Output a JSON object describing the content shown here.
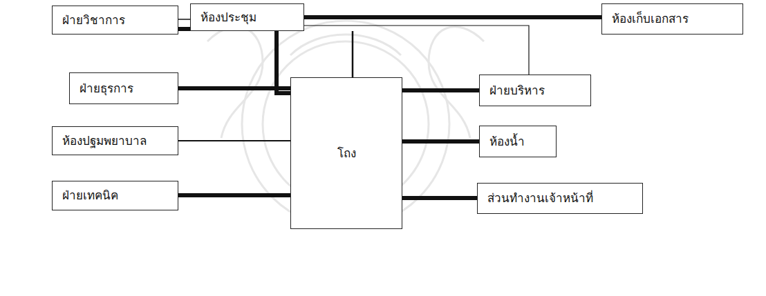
{
  "diagram": {
    "nodes": [
      {
        "text": [
          "ฝ่ายวิชาการ"
        ]
      },
      {
        "text": [
          "ห้องประชุม"
        ]
      },
      {
        "text": [
          "ห้องเก็บเอกสาร"
        ]
      },
      {
        "text": [
          "ฝ่ายธุรการ"
        ]
      },
      {
        "text": [
          "ฝ่ายบริหาร"
        ]
      },
      {
        "text": [
          "ห้องปฐมพยาบาล"
        ]
      },
      {
        "text": [
          "โถง"
        ]
      },
      {
        "text": [
          "ห้องน้ำ"
        ]
      },
      {
        "text": [
          "ฝ่ายเทคนิค"
        ]
      },
      {
        "text": [
          "ส่วนทำงานเจ้าหน้าที่"
        ]
      }
    ],
    "edges": [
      {
        "from": 0,
        "to": 1,
        "arrow": "none"
      },
      {
        "from": 0,
        "to": 6,
        "arrow": "none"
      },
      {
        "from": 1,
        "to": 2,
        "arrow": "none"
      },
      {
        "from": 1,
        "to": 4,
        "arrow": "none"
      },
      {
        "from": 1,
        "to": 6,
        "arrow": "none"
      },
      {
        "from": 3,
        "to": 6,
        "arrow": "none"
      },
      {
        "from": 5,
        "to": 6,
        "arrow": "none"
      },
      {
        "from": 8,
        "to": 6,
        "arrow": "none"
      },
      {
        "from": 6,
        "to": 4,
        "arrow": "none"
      },
      {
        "from": 6,
        "to": 7,
        "arrow": "none"
      },
      {
        "from": 6,
        "to": 9,
        "arrow": "none"
      }
    ]
  }
}
